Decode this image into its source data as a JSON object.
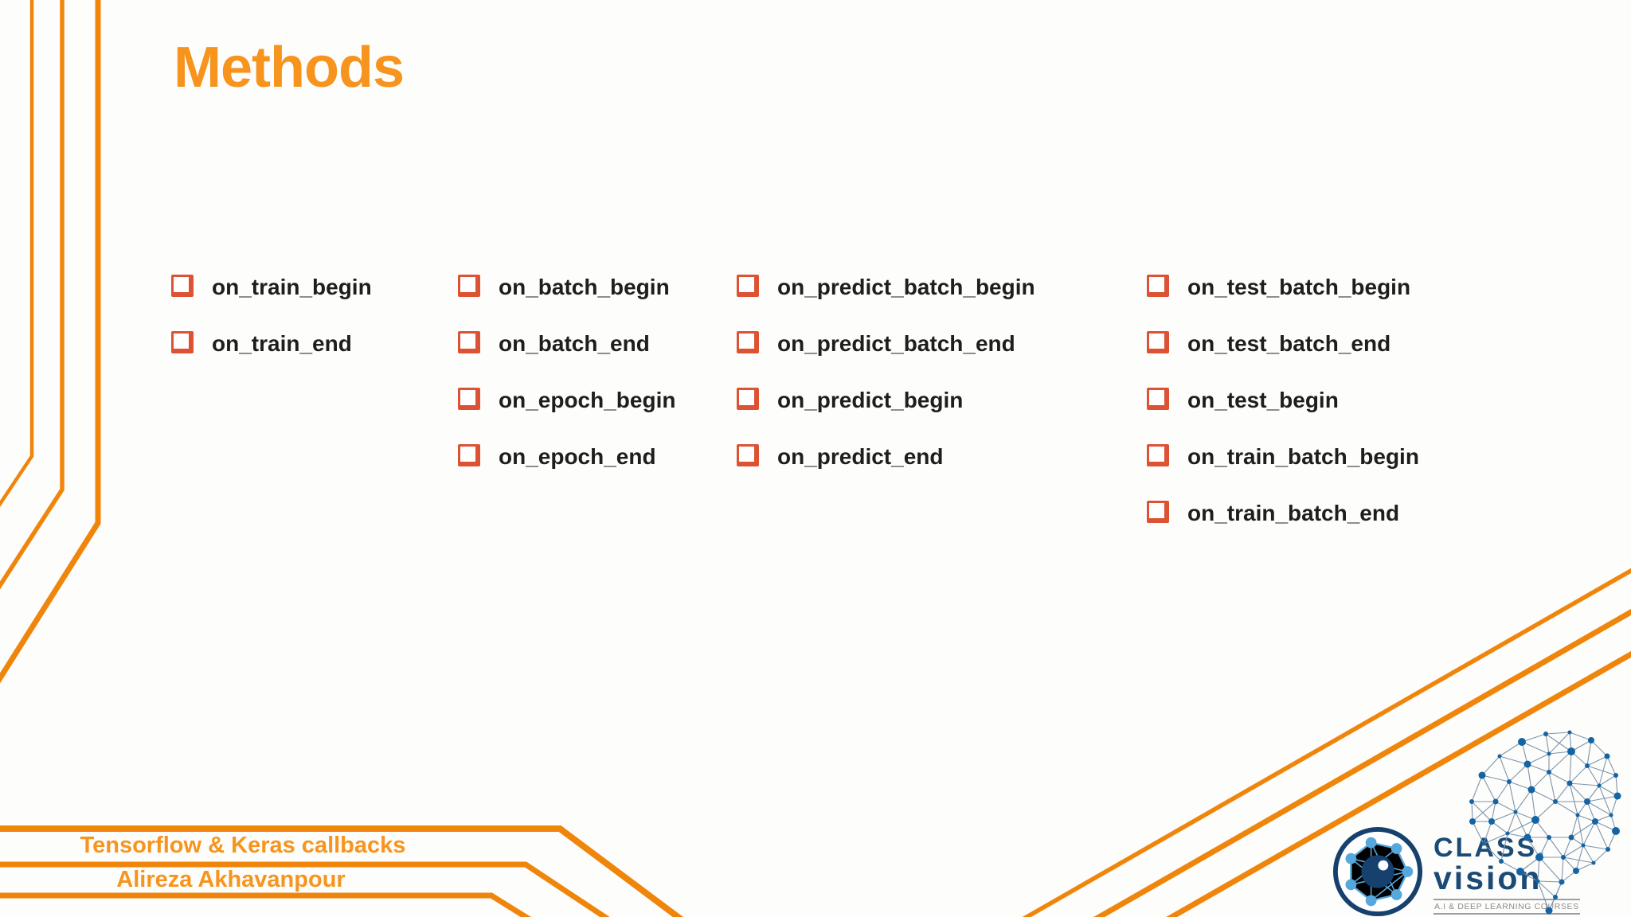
{
  "title": "Methods",
  "columns": [
    {
      "items": [
        "on_train_begin",
        "on_train_end"
      ]
    },
    {
      "items": [
        "on_batch_begin",
        "on_batch_end",
        "on_epoch_begin",
        "on_epoch_end"
      ]
    },
    {
      "items": [
        "on_predict_batch_begin",
        "on_predict_batch_end",
        "on_predict_begin",
        "on_predict_end"
      ]
    },
    {
      "items": [
        "on_test_batch_begin",
        "on_test_batch_end",
        "on_test_begin",
        "on_train_batch_begin",
        "on_train_batch_end"
      ]
    }
  ],
  "footer": {
    "project": "Tensorflow & Keras callbacks",
    "author": "Alireza Akhavanpour"
  },
  "logo": {
    "brand_top": "CLASS",
    "brand_dot": ".",
    "brand_bottom": "vision",
    "tagline": "A.I & DEEP LEARNING COURSES"
  },
  "colors": {
    "accent_orange_lines": "#F0850C",
    "title_orange": "#F7941E",
    "checkbox_red": "#DC5233",
    "text_black": "#1E1E1E",
    "brand_navy": "#1A4A75",
    "brand_lightblue": "#55A7DC",
    "tagline_gray": "#8C8C8C"
  }
}
